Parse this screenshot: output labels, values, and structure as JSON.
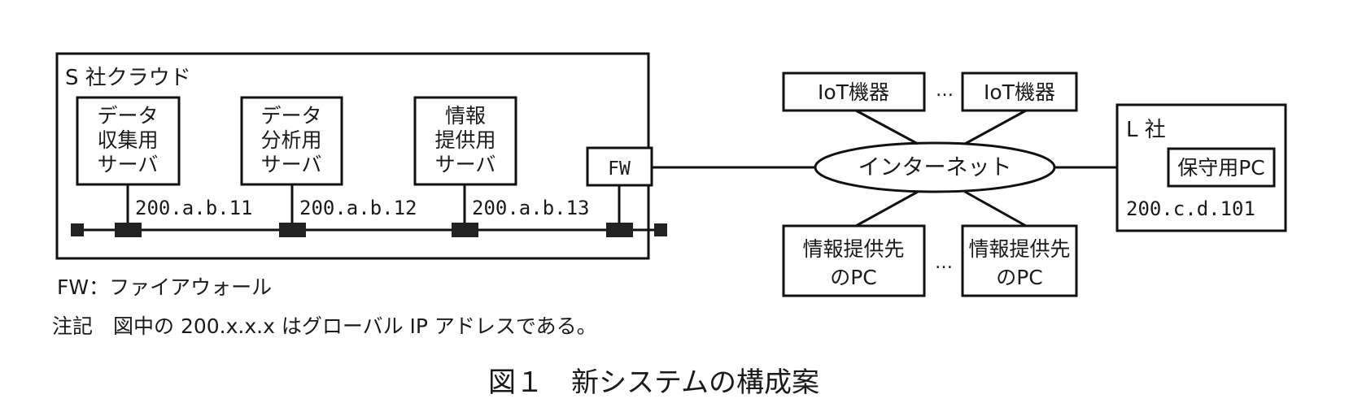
{
  "cloud": {
    "label": "S 社クラウド",
    "servers": [
      {
        "lines": [
          "データ",
          "収集用",
          "サーバ"
        ],
        "ip": "200.a.b.11"
      },
      {
        "lines": [
          "データ",
          "分析用",
          "サーバ"
        ],
        "ip": "200.a.b.12"
      },
      {
        "lines": [
          "情報",
          "提供用",
          "サーバ"
        ],
        "ip": "200.a.b.13"
      }
    ],
    "fw_label": "FW"
  },
  "internet": {
    "label": "インターネット"
  },
  "iot": {
    "device_label": "IoT機器",
    "ellipsis": "…"
  },
  "info_pcs": {
    "lines": [
      "情報提供先",
      "のPC"
    ],
    "ellipsis": "…"
  },
  "l_company": {
    "label": "L 社",
    "pc_label": "保守用PC",
    "ip": "200.c.d.101"
  },
  "legend": {
    "fw_note": "FW：ファイアウォール"
  },
  "note": "注記　図中の 200.x.x.x はグローバル IP アドレスである。",
  "caption": "図１　新システムの構成案"
}
